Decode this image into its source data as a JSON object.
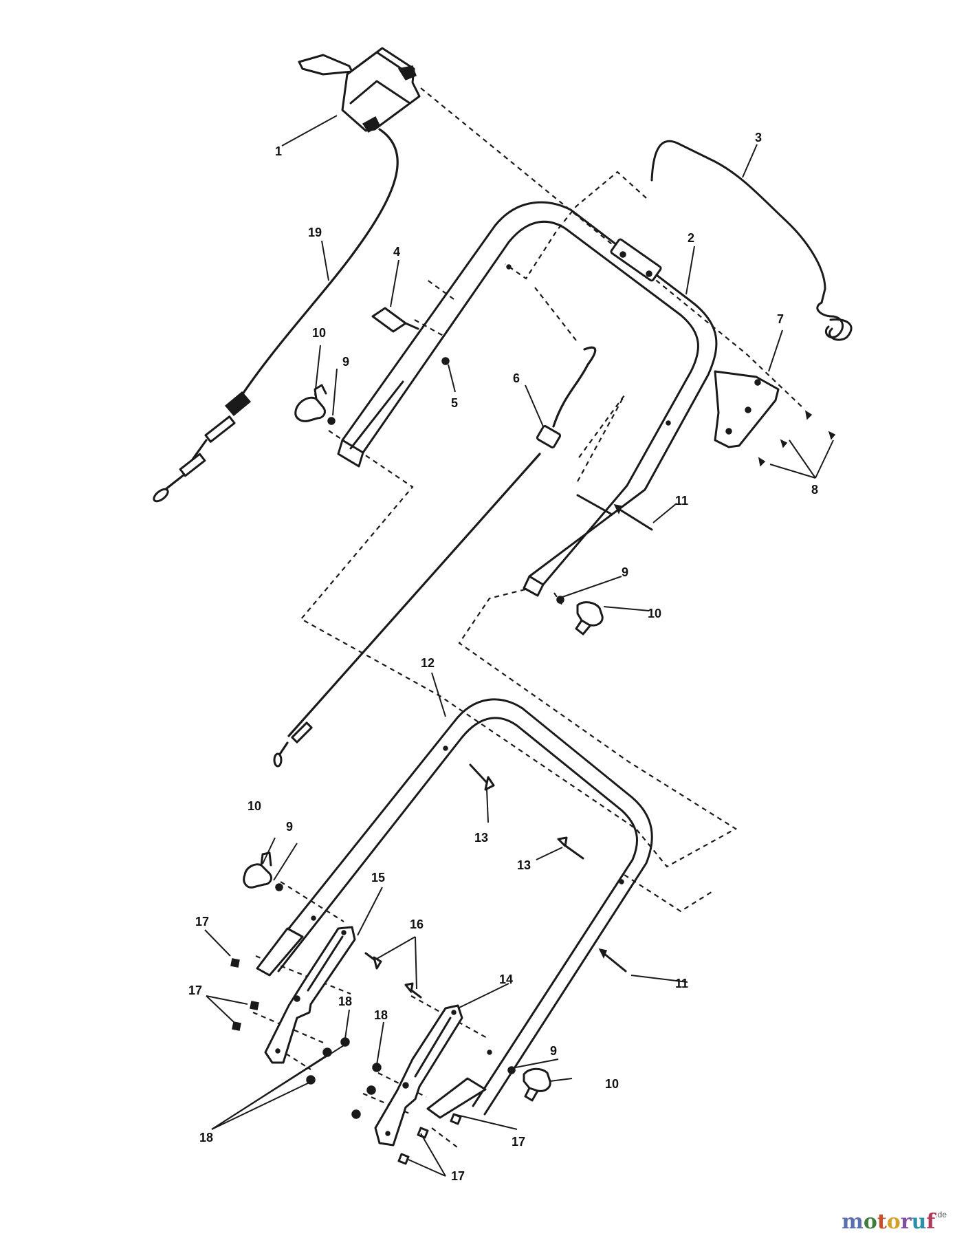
{
  "diagram": {
    "callouts": [
      "1",
      "2",
      "3",
      "4",
      "5",
      "6",
      "7",
      "8",
      "9",
      "10",
      "11",
      "12",
      "13",
      "14",
      "15",
      "16",
      "17",
      "18",
      "19"
    ]
  },
  "watermark": {
    "text": "motoruf",
    "suffix": ".de",
    "letter_colors": [
      "#5a6fb0",
      "#3f7e3a",
      "#c94f2c",
      "#d3a12a",
      "#7d4fa0",
      "#2e8fa8",
      "#b03a5a"
    ]
  }
}
